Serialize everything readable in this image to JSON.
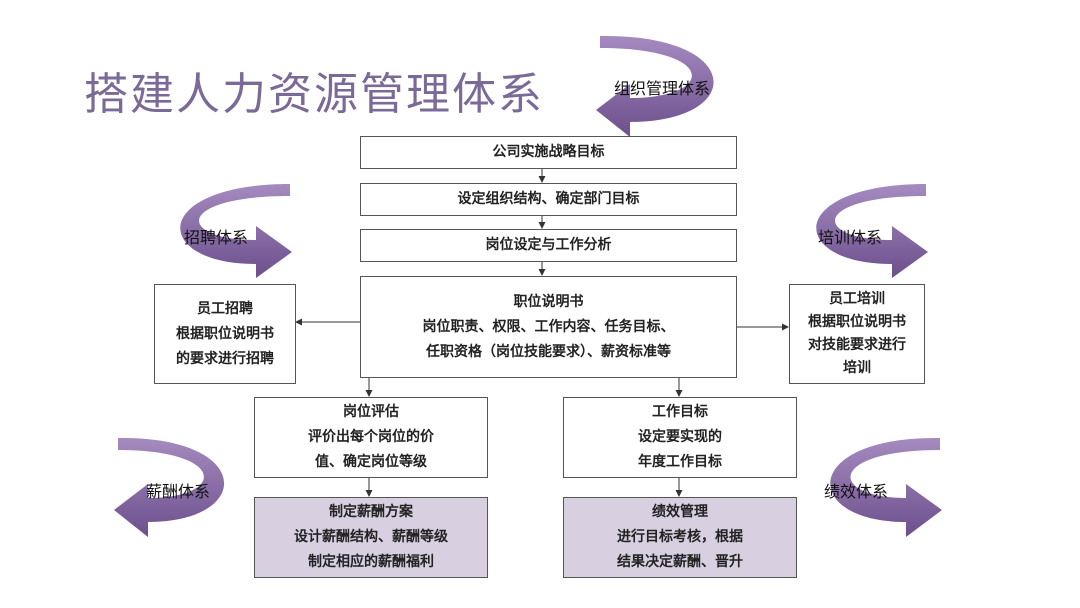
{
  "title": "搭建人力资源管理体系",
  "colors": {
    "accent": "#7b6a97",
    "arrow_purple": "#7d5f9b",
    "box_fill": "#d8cfe1",
    "border": "#555555"
  },
  "bands": {
    "org": "组织管理体系",
    "recruit": "招聘体系",
    "training": "培训体系",
    "compensation": "薪酬体系",
    "performance": "绩效体系"
  },
  "flow": {
    "strategy": "公司实施战略目标",
    "structure": "设定组织结构、确定部门目标",
    "post_setting": "岗位设定与工作分析",
    "job_description": [
      "职位说明书",
      "岗位职责、权限、工作内容、任务目标、",
      "任职资格（岗位技能要求）、薪资标准等"
    ],
    "recruitment": [
      "员工招聘",
      "根据职位说明书",
      "的要求进行招聘"
    ],
    "training": [
      "员工培训",
      "根据职位说明书",
      "对技能要求进行",
      "培训"
    ],
    "evaluation": [
      "岗位评估",
      "评价出每个岗位的价",
      "值、确定岗位等级"
    ],
    "work_goal": [
      "工作目标",
      "设定要实现的",
      "年度工作目标"
    ],
    "pay_plan": [
      "制定薪酬方案",
      "设计薪酬结构、薪酬等级",
      "制定相应的薪酬福利"
    ],
    "performance": [
      "绩效管理",
      "进行目标考核，根据",
      "结果决定薪酬、晋升"
    ]
  }
}
